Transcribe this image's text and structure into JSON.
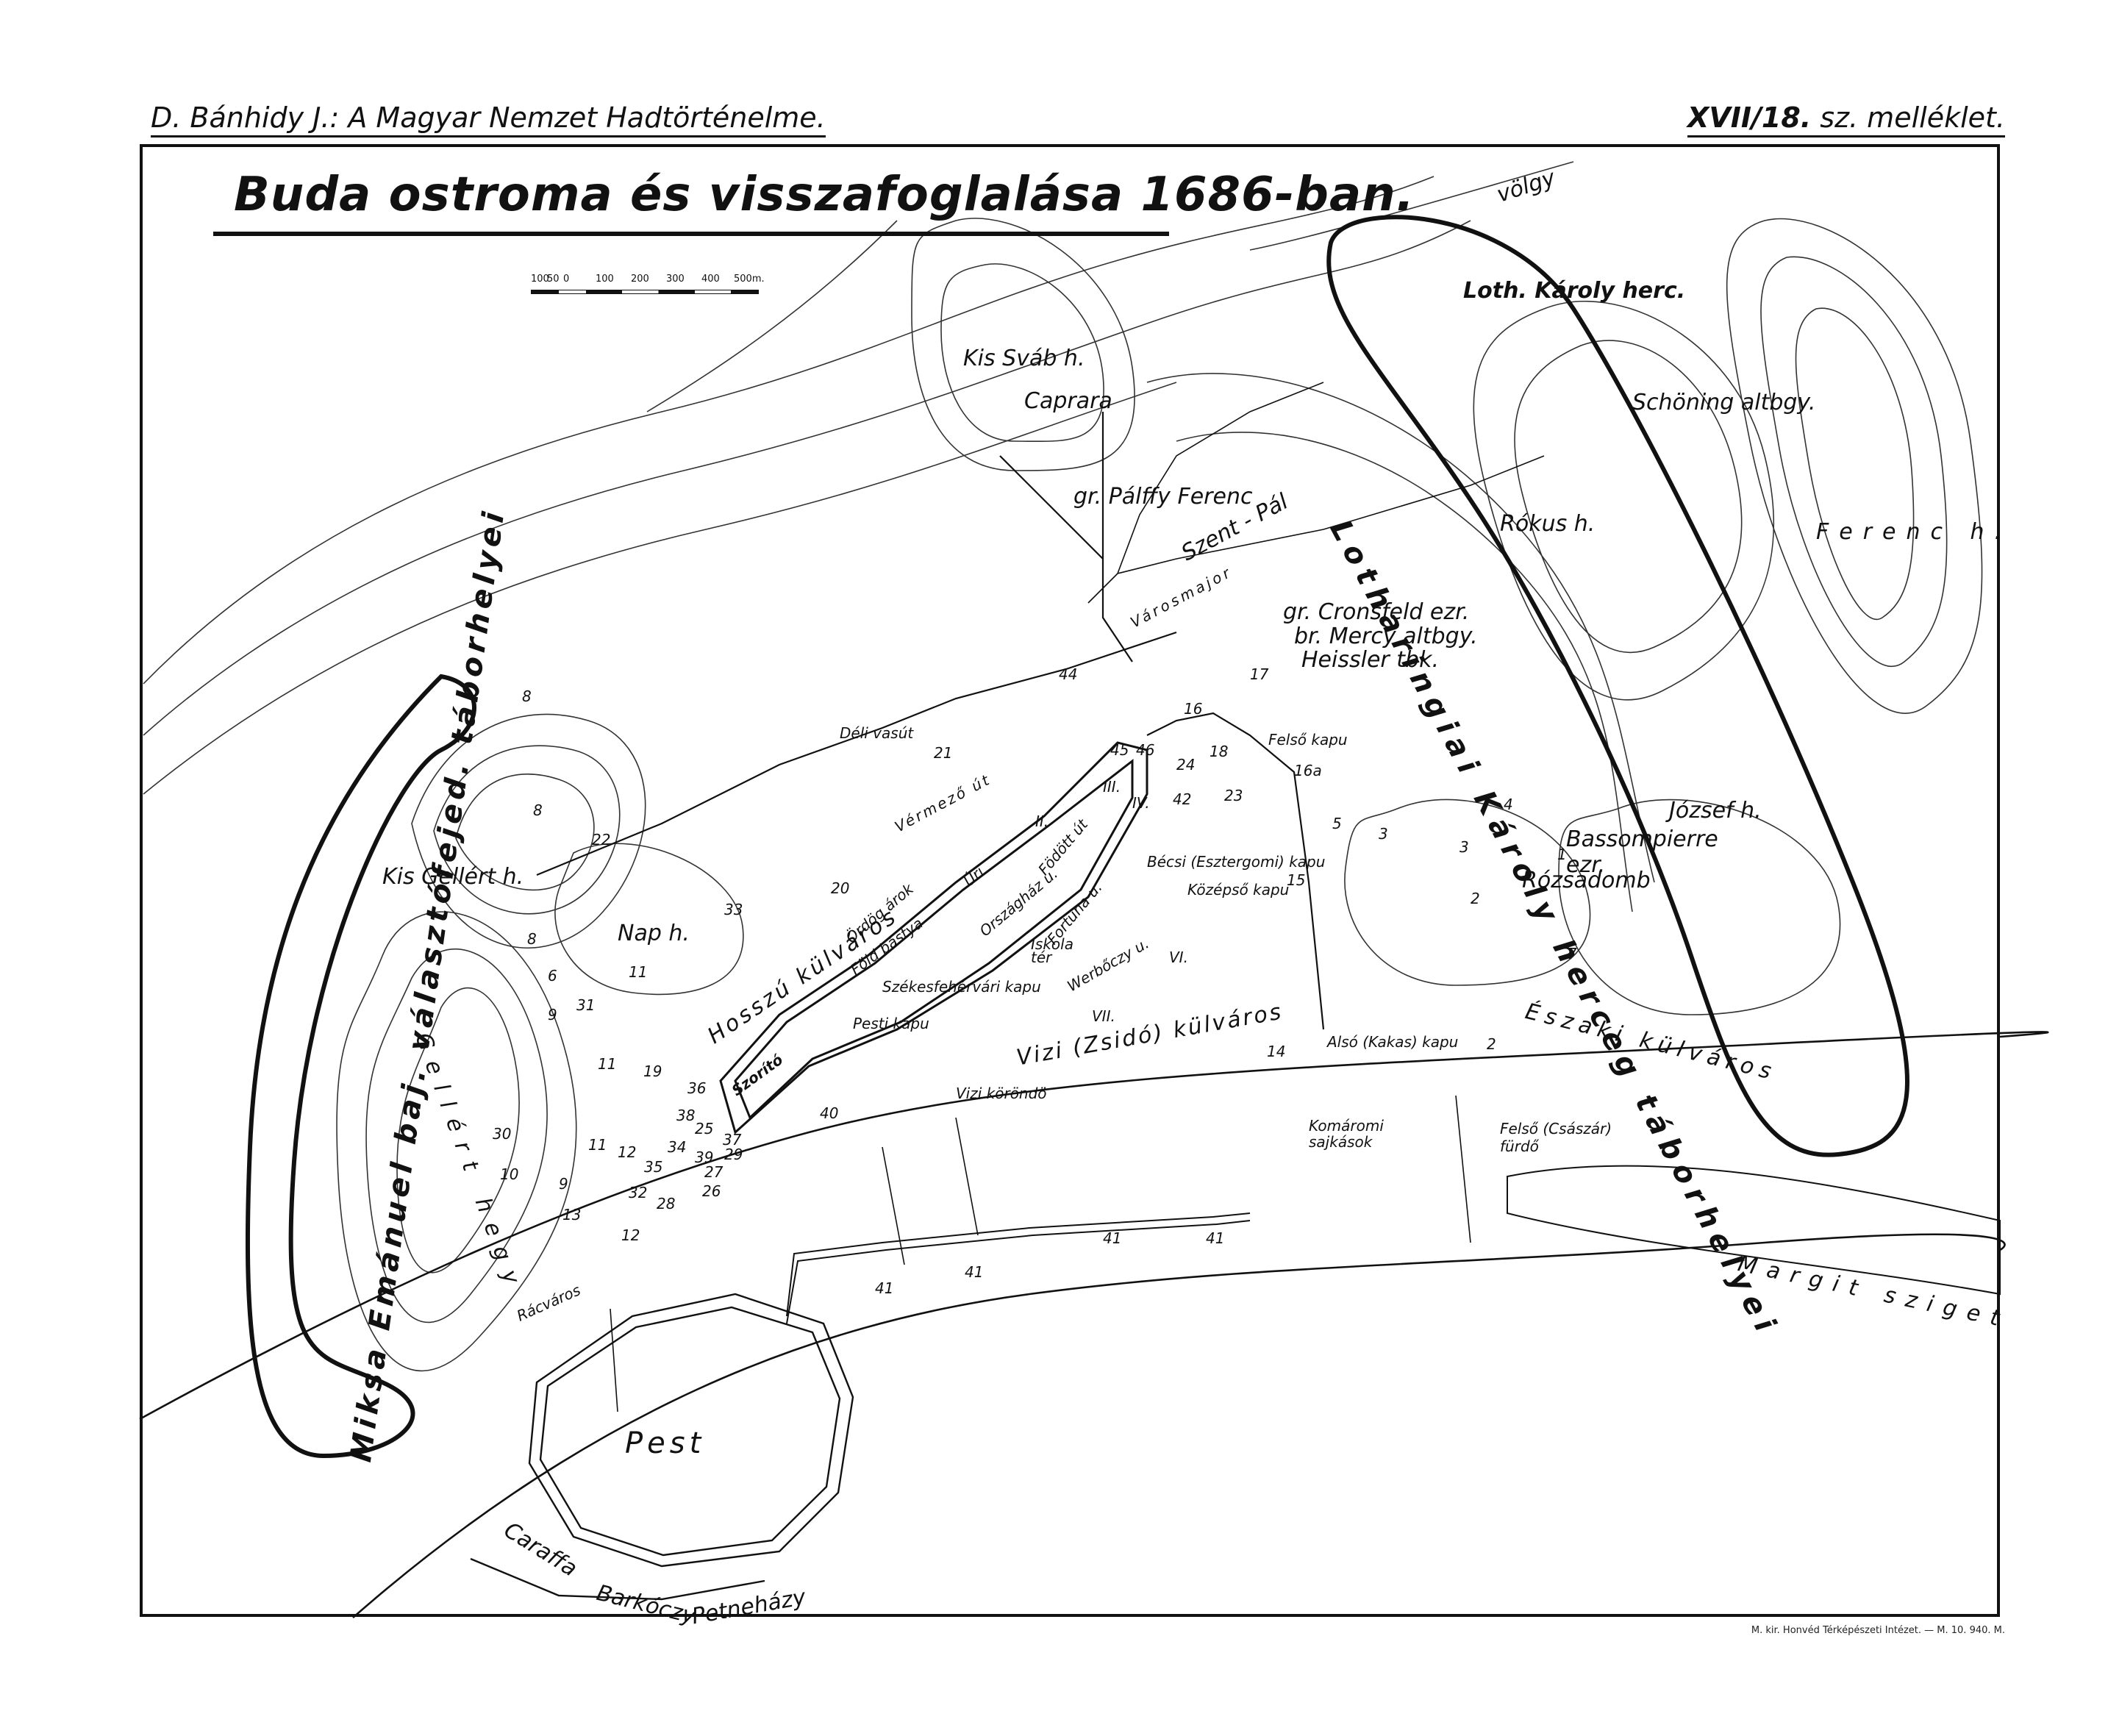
{
  "header": {
    "left": "D. Bánhidy J.: A Magyar Nemzet Hadtörténelme.",
    "right_bold": "XVII/18.",
    "right_rest": " sz. melléklet."
  },
  "title": "Buda ostroma és visszafoglalása 1686-ban.",
  "scale": {
    "labels": [
      "100",
      "50",
      "0",
      "100",
      "200",
      "300",
      "400",
      "500m."
    ]
  },
  "imprint": "M. kir. Honvéd Térképészeti Intézet. — M. 10. 940. M.",
  "labels": {
    "volgy": "völgy",
    "loth_karoly": "Loth. Károly herc.",
    "lotharingiai": "Lotharingiai Károly herceg táborhelyei",
    "schoning": "Schöning altbgy.",
    "ferenc_h": "Ferenc h.",
    "rokus_h": "Rókus h.",
    "jozsef_h": "József h.",
    "bassompierre": "Bassompierre ezr.",
    "rozsadomb": "Rózsadomb",
    "kis_svab": "Kis Sváb h.",
    "caprara": "Caprara",
    "palffy": "gr. Pálffy Ferenc",
    "szent_pal": "Szent - Pál",
    "varosmajor": "Városmajor",
    "cronsfeld": "gr. Cronsfeld ezr.",
    "mercy": "br. Mercy altbgy.",
    "heissler": "Heissler tbk.",
    "felso_kapu": "Felső kapu",
    "becsi_kapu": "Bécsi (Esztergomi) kapu",
    "kozepso_kapu": "Középső kapu",
    "also_kapu": "Alsó (Kakas) kapu",
    "komaromi": "Komáromi sajkások",
    "eszaki": "Északi külváros",
    "felso_furdo": "Felső (Császár) fürdő",
    "margit": "Margit sziget",
    "deli_vasut": "Déli vasút",
    "varmezo_ut": "Vérmező út",
    "kis_gellert": "Kis Gellért h.",
    "miksa": "Miksa Emánuel baj. választófejed. táborhelyei",
    "nap_h": "Nap h.",
    "hosszu": "Hosszú külváros",
    "ordog_arok": "Ördög árok",
    "fold_bastya": "Föld bástya",
    "szekesfehervari": "Székesfehérvári kapu",
    "pesti_kapu": "Pesti kapu",
    "vizi_kulvaros": "Vizi (Zsidó) külváros",
    "vizi_korond": "Vizi köröndö",
    "gellert_hegy": "Gellért hegy",
    "racvaros": "Rácváros",
    "pest": "Pest",
    "caraffa": "Caraffa",
    "barkoczy": "Barkóczy",
    "petnehazy": "Petneházy",
    "szorito": "Szorító",
    "uri": "Úri",
    "orszaghaz": "Országház u.",
    "fortuna": "Fortuna u.",
    "iskola": "Iskola tér",
    "werboczy": "Werbőczy u.",
    "fodott": "Födött út",
    "n41a": "41",
    "n41b": "41",
    "n41c": "41",
    "n41d": "41",
    "n8a": "8",
    "n8b": "8",
    "n8c": "8",
    "n6": "6",
    "n9a": "9",
    "n9b": "9",
    "n10": "10",
    "n11a": "11",
    "n11b": "11",
    "n11c": "11",
    "n12a": "12",
    "n12b": "12",
    "n13": "13",
    "n14": "14",
    "n15": "15",
    "n16a": "16",
    "n16b": "16a",
    "n17": "17",
    "n18": "18",
    "n19": "19",
    "n20": "20",
    "n21": "21",
    "n22": "22",
    "n23": "23",
    "n24": "24",
    "n25": "25",
    "n26": "26",
    "n27": "27",
    "n28": "28",
    "n29": "29",
    "n30": "30",
    "n31": "31",
    "n32": "32",
    "n33": "33",
    "n34": "34",
    "n35": "35",
    "n36": "36",
    "n37": "37",
    "n38": "38",
    "n39": "39",
    "n40": "40",
    "n42": "42",
    "n44": "44",
    "n45": "45",
    "n46": "46",
    "n1": "1",
    "n2a": "2",
    "n2b": "2",
    "n3a": "3",
    "n3b": "3",
    "n4": "4",
    "n5": "5",
    "n7": "7",
    "rVI": "VI.",
    "rVII": "VII.",
    "rII": "II.",
    "rIII": "III.",
    "rIV": "IV."
  }
}
